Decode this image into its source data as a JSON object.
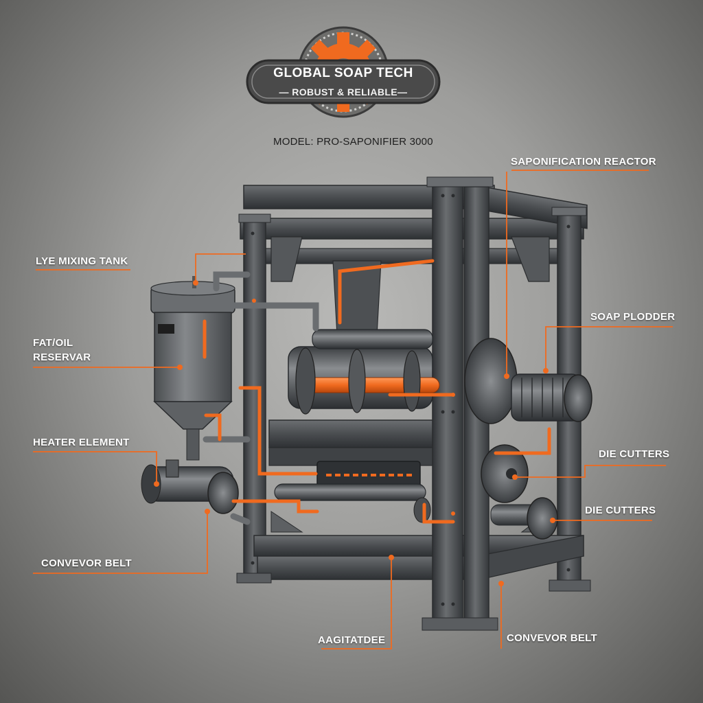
{
  "brand": {
    "title": "GLOBAL SOAP TECH",
    "subtitle": "— ROBUST & RELIABLE—",
    "model": "MODEL: PRO-SAPONIFIER 3000"
  },
  "labels": {
    "saponification_reactor": "SAPONIFICATION REACTOR",
    "lye_mixing_tank": "LYE MIXING TANK",
    "fat_oil_reservar_line1": "FAT/OIL",
    "fat_oil_reservar_line2": "RESERVAR",
    "soap_plodder": "SOAP PLODDER",
    "heater_element": "HEATER ELEMENT",
    "die_cutters_1": "DIE CUTTERS",
    "die_cutters_2": "DIE CUTTERS",
    "convevor_belt_left": "CONVEVOR BELT",
    "aagitatdee": "AAGITATDEE",
    "convevor_belt_right": "CONVEVOR BELT"
  },
  "colors": {
    "accent_orange": "#f06a1f",
    "steel_dark": "#3e4144",
    "steel_mid": "#5a5d60",
    "steel_light": "#7d8083",
    "badge_bg": "#4a4a4a"
  },
  "icons": {
    "logo": "gear-icon"
  }
}
